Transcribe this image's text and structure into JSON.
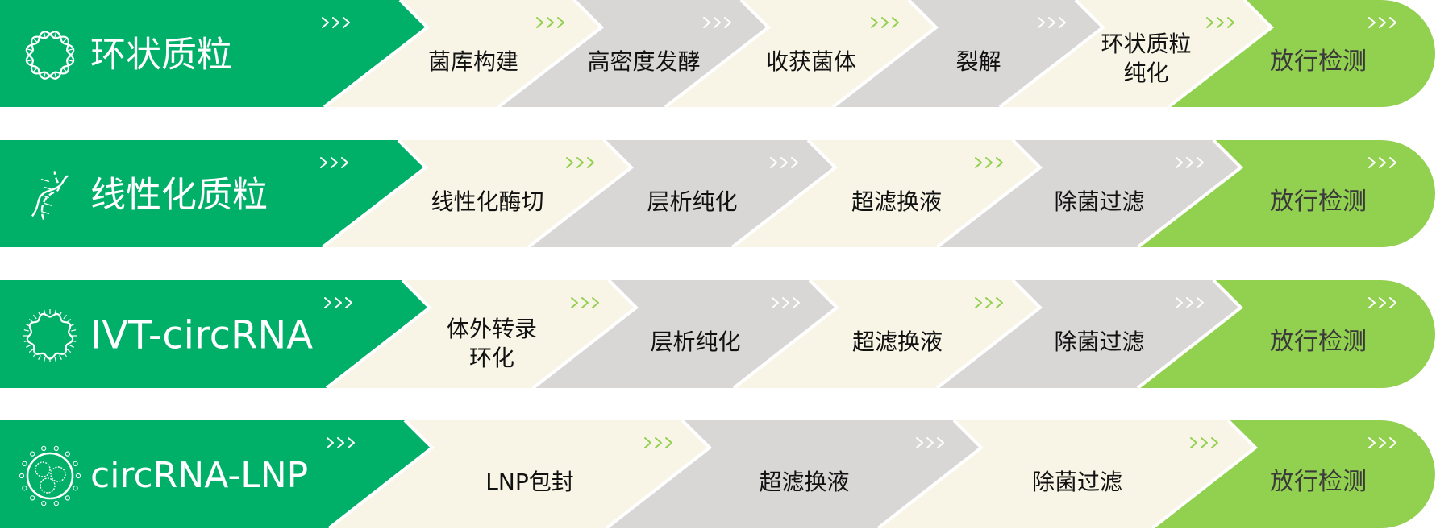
{
  "colors": {
    "category_green": "#00af68",
    "final_green": "#92d050",
    "cream": "#f8f5e6",
    "gray": "#d9d6d6",
    "arrow_white": "#ffffff",
    "arrow_green": "#92d050",
    "separator": "#ffffff"
  },
  "rows": [
    {
      "title": "环状质粒",
      "icon": "circular-dna-icon",
      "steps": [
        {
          "lines": [
            "菌库构建"
          ],
          "tone": "cream"
        },
        {
          "lines": [
            "高密度发酵"
          ],
          "tone": "gray"
        },
        {
          "lines": [
            "收获菌体"
          ],
          "tone": "cream"
        },
        {
          "lines": [
            "裂解"
          ],
          "tone": "gray"
        },
        {
          "lines": [
            "环状质粒",
            "纯化"
          ],
          "tone": "cream"
        }
      ],
      "final": "放行检测"
    },
    {
      "title": "线性化质粒",
      "icon": "dna-helix-icon",
      "steps": [
        {
          "lines": [
            "线性化酶切"
          ],
          "tone": "cream"
        },
        {
          "lines": [
            "层析纯化"
          ],
          "tone": "gray"
        },
        {
          "lines": [
            "超滤换液"
          ],
          "tone": "cream"
        },
        {
          "lines": [
            "除菌过滤"
          ],
          "tone": "gray"
        }
      ],
      "final": "放行检测"
    },
    {
      "title": "IVT-circRNA",
      "icon": "circular-rna-icon",
      "steps": [
        {
          "lines": [
            "体外转录",
            "环化"
          ],
          "tone": "cream"
        },
        {
          "lines": [
            "层析纯化"
          ],
          "tone": "gray"
        },
        {
          "lines": [
            "超滤换液"
          ],
          "tone": "cream"
        },
        {
          "lines": [
            "除菌过滤"
          ],
          "tone": "gray"
        }
      ],
      "final": "放行检测"
    },
    {
      "title": "circRNA-LNP",
      "icon": "lipid-nanoparticle-icon",
      "steps": [
        {
          "lines": [
            "LNP包封"
          ],
          "tone": "cream"
        },
        {
          "lines": [
            "超滤换液"
          ],
          "tone": "gray"
        },
        {
          "lines": [
            "除菌过滤"
          ],
          "tone": "cream"
        }
      ],
      "final": "放行检测"
    }
  ],
  "arrow_glyph": "›››"
}
